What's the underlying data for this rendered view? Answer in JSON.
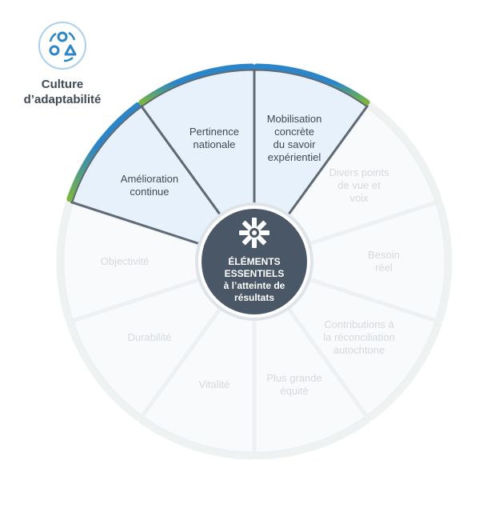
{
  "colors": {
    "active_fill": "#e6f1fb",
    "active_stroke": "#5f6a75",
    "rim_blue": "#2a86c9",
    "rim_green": "#79b83a",
    "center_fill": "#4a5766",
    "faded_text": "#d5d9dd"
  },
  "badge": {
    "icon": "culture-adaptability-icon",
    "line1": "Culture",
    "line2": "d’adaptabilité"
  },
  "center": {
    "icon": "woven-star-icon",
    "lines": [
      "ÉLÉMENTS",
      "ESSENTIELS",
      "à l’atteinte de",
      "résultats"
    ]
  },
  "segments": [
    {
      "lines": [
        "Mobilisation",
        "concrète",
        "du savoir",
        "expérientiel"
      ],
      "active": true
    },
    {
      "lines": [
        "Divers points",
        "de vue et",
        "voix"
      ],
      "active": false
    },
    {
      "lines": [
        "Besoin",
        "réel"
      ],
      "active": false
    },
    {
      "lines": [
        "Contributions à",
        "la réconciliation",
        "autochtone"
      ],
      "active": false
    },
    {
      "lines": [
        "Plus grande",
        "équité"
      ],
      "active": false
    },
    {
      "lines": [
        "Vitalité"
      ],
      "active": false
    },
    {
      "lines": [
        "Durabilité"
      ],
      "active": false
    },
    {
      "lines": [
        "Objectivité"
      ],
      "active": false
    },
    {
      "lines": [
        "Amélioration",
        "continue"
      ],
      "active": true
    },
    {
      "lines": [
        "Pertinence",
        "nationale"
      ],
      "active": true
    }
  ]
}
